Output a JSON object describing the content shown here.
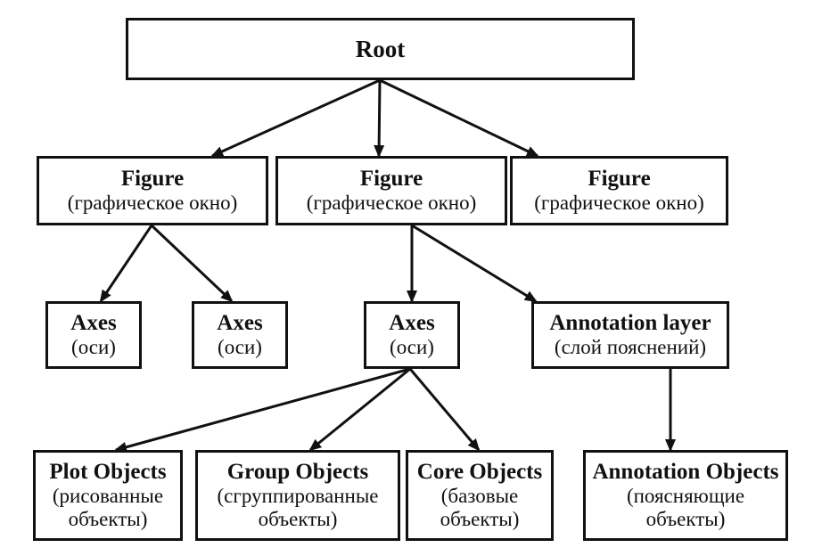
{
  "diagram": {
    "root": {
      "title": "Root"
    },
    "figure_left": {
      "title": "Figure",
      "subtitle": "(графическое окно)"
    },
    "figure_center": {
      "title": "Figure",
      "subtitle": "(графическое окно)"
    },
    "figure_right": {
      "title": "Figure",
      "subtitle": "(графическое окно)"
    },
    "axes_1": {
      "title": "Axes",
      "subtitle": "(оси)"
    },
    "axes_2": {
      "title": "Axes",
      "subtitle": "(оси)"
    },
    "axes_3": {
      "title": "Axes",
      "subtitle": "(оси)"
    },
    "annotation_layer": {
      "title": "Annotation layer",
      "subtitle": "(слой пояснений)"
    },
    "plot_objects": {
      "title": "Plot Objects",
      "line1": "(рисованные",
      "line2": "объекты)"
    },
    "group_objects": {
      "title": "Group Objects",
      "line1": "(сгруппированные",
      "line2": "объекты)"
    },
    "core_objects": {
      "title": "Core Objects",
      "line1": "(базовые",
      "line2": "объекты)"
    },
    "annotation_objects": {
      "title": "Annotation Objects",
      "line1": "(поясняющие",
      "line2": "объекты)"
    }
  },
  "edges": [
    {
      "from": "root",
      "to": "figure_left"
    },
    {
      "from": "root",
      "to": "figure_center"
    },
    {
      "from": "root",
      "to": "figure_right"
    },
    {
      "from": "figure_left",
      "to": "axes_1"
    },
    {
      "from": "figure_left",
      "to": "axes_2"
    },
    {
      "from": "figure_center",
      "to": "axes_3"
    },
    {
      "from": "figure_center",
      "to": "annotation_layer"
    },
    {
      "from": "axes_3",
      "to": "plot_objects"
    },
    {
      "from": "axes_3",
      "to": "group_objects"
    },
    {
      "from": "axes_3",
      "to": "core_objects"
    },
    {
      "from": "annotation_layer",
      "to": "annotation_objects"
    }
  ],
  "colors": {
    "line": "#111111",
    "background": "#ffffff"
  }
}
